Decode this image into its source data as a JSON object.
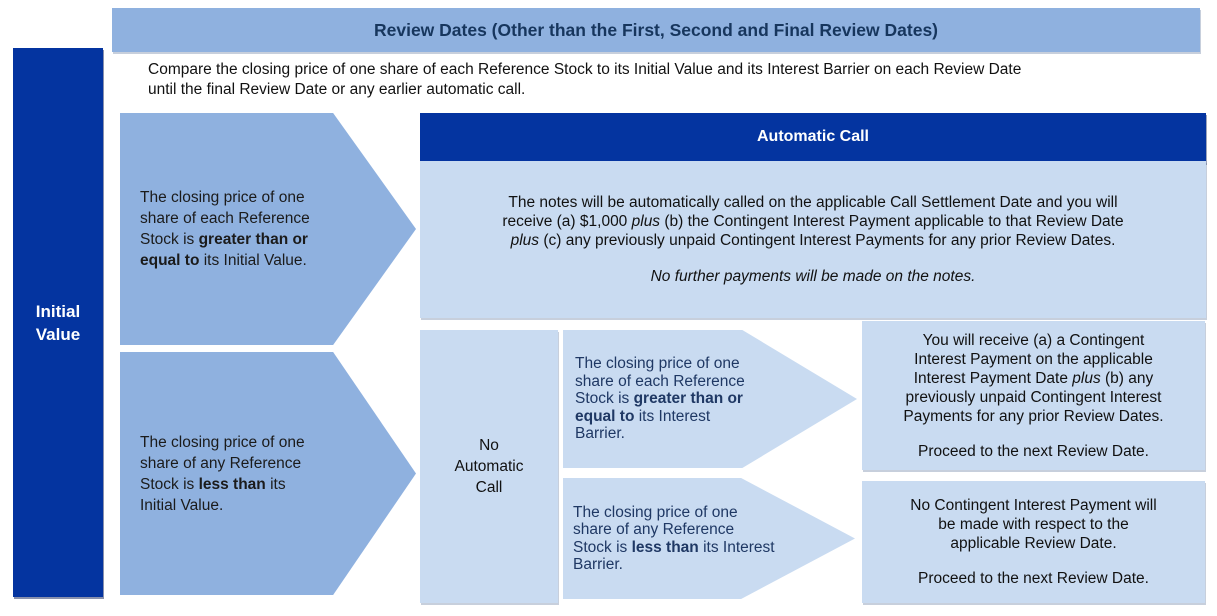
{
  "title_bar": {
    "text": "Review Dates (Other than the First, Second and Final Review Dates)"
  },
  "intro": "Compare the closing price of one share of each Reference Stock to its Initial Value and its Interest Barrier on each Review Date\nuntil the final Review Date or any earlier automatic call.",
  "left_bar": {
    "label": "Initial\nValue"
  },
  "branch_above_initial_value": {
    "segments": [
      {
        "t": "The closing price of one\nshare of each Reference\nStock is "
      },
      {
        "t": "greater than or\nequal to",
        "b": true
      },
      {
        "t": " its Initial Value."
      }
    ]
  },
  "branch_below_initial_value": {
    "segments": [
      {
        "t": "The closing price of one\nshare of any Reference\nStock is "
      },
      {
        "t": "less than",
        "b": true
      },
      {
        "t": " its\nInitial Value."
      }
    ]
  },
  "automatic_call": {
    "header": "Automatic Call",
    "body_segments": [
      {
        "t": "The notes will be automatically called on the applicable Call Settlement Date and you will\nreceive (a) $1,000 "
      },
      {
        "t": "plus",
        "i": true
      },
      {
        "t": " (b) the Contingent Interest Payment applicable to that Review Date\n"
      },
      {
        "t": "plus",
        "i": true
      },
      {
        "t": " (c) any previously unpaid Contingent Interest Payments for any prior Review Dates."
      }
    ],
    "note": "No further payments will be made on the notes."
  },
  "no_automatic_call": {
    "label": "No\nAutomatic\nCall"
  },
  "branch_above_interest_barrier": {
    "segments": [
      {
        "t": "The closing price of one\nshare of each Reference\nStock is "
      },
      {
        "t": "greater than or\nequal to",
        "b": true
      },
      {
        "t": " its Interest\nBarrier."
      }
    ]
  },
  "branch_below_interest_barrier": {
    "segments": [
      {
        "t": "The closing price of one\nshare of any Reference\nStock is "
      },
      {
        "t": "less than",
        "b": true
      },
      {
        "t": " its Interest\nBarrier."
      }
    ]
  },
  "outcome_contingent_interest": {
    "segments": [
      {
        "t": "You will receive (a) a Contingent\nInterest Payment on the applicable\nInterest Payment Date "
      },
      {
        "t": "plus",
        "i": true
      },
      {
        "t": " (b) any\npreviously unpaid Contingent Interest\nPayments for any prior Review Dates."
      }
    ],
    "proceed": "Proceed to the next Review Date."
  },
  "outcome_no_contingent_interest": {
    "text": "No Contingent Interest Payment will\nbe made with respect to the\napplicable Review Date.",
    "proceed": "Proceed to the next Review Date."
  },
  "colors": {
    "dark_blue": "#0434a0",
    "medium_blue": "#8fb1df",
    "pale_blue": "#c9dbf1",
    "title_text": "#17365d",
    "navy_text": "#1f3864"
  }
}
